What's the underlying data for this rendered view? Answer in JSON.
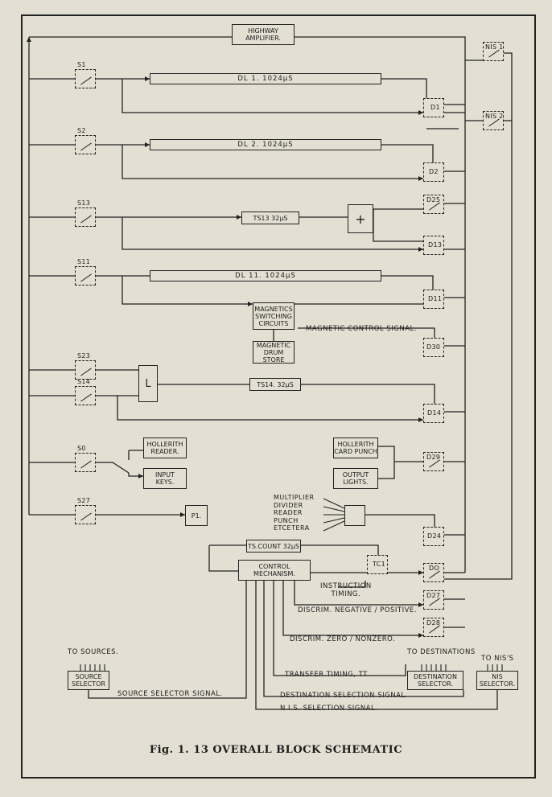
{
  "amplifier": "HIGHWAY\nAMPLIFIER.",
  "switches": {
    "s1": "S1",
    "s2": "S2",
    "s13": "S13",
    "s11": "S11",
    "s23": "S23",
    "s14": "S14",
    "s0": "S0",
    "s27": "S27",
    "d1": "D1",
    "d2": "D2",
    "d25": "D25",
    "d13": "D13",
    "d11": "D11",
    "d30": "D30",
    "d14": "D14",
    "d29": "D29",
    "d24": "D24",
    "d0": "DO",
    "d27": "D27",
    "d28": "D28",
    "tc1": "TC1",
    "nis1": "NIS 1",
    "nis2": "NIS 2"
  },
  "delay_lines": {
    "dl1": "DL 1.    1024μS",
    "dl2": "DL 2.    1024μS",
    "dl11": "DL 11.    1024μS",
    "ts13": "TS13 32μS",
    "ts14": "TS14. 32μS",
    "tscount": "TS.COUNT 32μS"
  },
  "blocks": {
    "adder": "+",
    "magnetics": "MAGNETICS\nSWITCHING\nCIRCUITS",
    "drum": "MAGNETIC\nDRUM STORE",
    "l_block": "L",
    "hollerith_reader": "HOLLERITH\nREADER.",
    "input_keys": "INPUT\nKEYS.",
    "pi": "P1.",
    "hollerith_punch": "HOLLERITH\nCARD PUNCH",
    "output_lights": "OUTPUT\nLIGHTS.",
    "control": "CONTROL\nMECHANISM.",
    "source_selector": "SOURCE\nSELECTOR",
    "destination_selector": "DESTINATION\nSELECTOR.",
    "nis_selector": "NIS\nSELECTOR."
  },
  "labels": {
    "magnetic_control": "MAGNETIC  CONTROL  SIGNAL.",
    "peripherals": "MULTIPLIER\nDIVIDER\nREADER\nPUNCH\nETCETERA",
    "instruction_timing": "INSTRUCTION\nTIMING.",
    "discrim_neg": "DISCRIM. NEGATIVE / POSITIVE.",
    "discrim_zero": "DISCRIM. ZERO / NONZERO.",
    "transfer_timing": "TRANSFER TIMING, TT.",
    "dest_signal": "DESTINATION SELECTION SIGNAL.",
    "nis_signal": "N.I.S.   SELECTION  SIGNAL.",
    "source_signal": "SOURCE SELECTOR SIGNAL.",
    "to_sources": "TO SOURCES.",
    "to_destinations": "TO DESTINATIONS",
    "to_nis": "TO NIS'S"
  },
  "caption": "Fig. 1. 13    OVERALL BLOCK SCHEMATIC"
}
